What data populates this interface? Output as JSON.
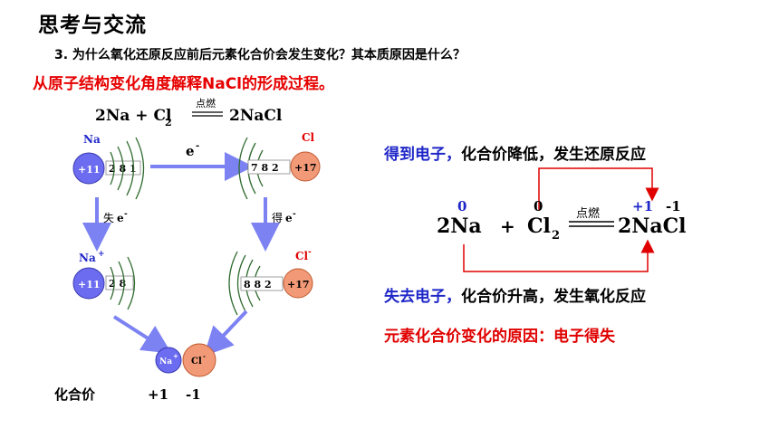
{
  "heading": "思考与交流",
  "question": "3. 为什么氧化还原反应前后元素化合价会发生变化？其本质原因是什么？",
  "subtitle": "从原子结构变化角度解释NaCl的形成过程。",
  "top_equation": {
    "left": "2Na + Cl",
    "sub": "2",
    "condition": "点燃",
    "right": "2NaCl"
  },
  "diagram": {
    "na_label": "Na",
    "na_nucleus": "+11",
    "na_shells": "2 8 1",
    "electron": "e",
    "electron_sup": "-",
    "cl_label": "Cl",
    "cl_nucleus": "+17",
    "cl_shells": "7 8 2",
    "lose_label": "失",
    "gain_label": "得",
    "na_ion_label": "Na",
    "na_ion_sup": "+",
    "na_ion_nucleus": "+11",
    "na_ion_shells": "2 8",
    "cl_ion_label": "Cl",
    "cl_ion_sup": "-",
    "cl_ion_nucleus": "+17",
    "cl_ion_shells": "8 8 2",
    "pair_na": "Na",
    "pair_na_sup": "+",
    "pair_cl": "Cl",
    "pair_cl_sup": "-",
    "valence_label": "化合价",
    "valence_na": "+1",
    "valence_cl": "-1"
  },
  "right_panel": {
    "gain_text_blue": "得到电子，",
    "gain_text_black": "化合价降低，发生还原反应",
    "ox_na": "0",
    "ox_cl": "0",
    "ox_na_prod": "+1",
    "ox_cl_prod": "-1",
    "eq_na": "2Na",
    "eq_plus": "+",
    "eq_cl": "Cl",
    "eq_cl_sub": "2",
    "eq_condition": "点燃",
    "eq_product": "2NaCl",
    "lose_text_blue": "失去电子，",
    "lose_text_black": "化合价升高，发生氧化反应",
    "reason": "元素化合价变化的原因：电子得失"
  },
  "colors": {
    "red": "#e00000",
    "blue": "#1f27c8",
    "na_circle": "#6b6cf0",
    "cl_circle": "#f29a77",
    "arrow": "#7c82f2",
    "shell": "#2f6b2f"
  }
}
